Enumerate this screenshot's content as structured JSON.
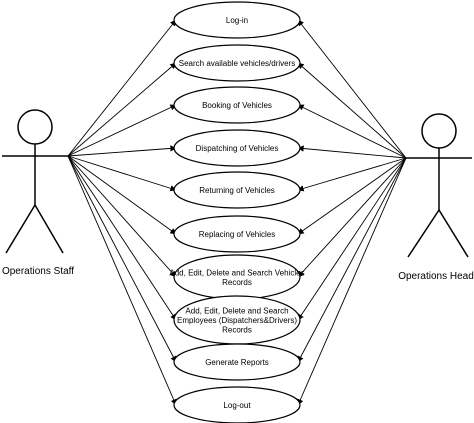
{
  "actors": {
    "left": {
      "name": "Operations Staff"
    },
    "right": {
      "name": "Operations Head"
    }
  },
  "use_cases": [
    {
      "id": "login",
      "lines": [
        "Log-in"
      ]
    },
    {
      "id": "search",
      "lines": [
        "Search available vehicles/drivers"
      ]
    },
    {
      "id": "booking",
      "lines": [
        "Booking of Vehicles"
      ]
    },
    {
      "id": "dispatching",
      "lines": [
        "Dispatching of Vehicles"
      ]
    },
    {
      "id": "returning",
      "lines": [
        "Returning of Vehicles"
      ]
    },
    {
      "id": "replacing",
      "lines": [
        "Replacing of Vehicles"
      ]
    },
    {
      "id": "vehicle-records",
      "lines": [
        "Add, Edit, Delete and Search Vehicles",
        "Records"
      ]
    },
    {
      "id": "employee-records",
      "lines": [
        "Add, Edit, Delete and Search",
        "Employees (Dispatchers&Drivers)",
        "Records"
      ]
    },
    {
      "id": "reports",
      "lines": [
        "Generate Reports"
      ]
    },
    {
      "id": "logout",
      "lines": [
        "Log-out"
      ]
    }
  ],
  "colors": {
    "stroke": "#000000",
    "background": "#ffffff",
    "ellipse_fill": "#ffffff"
  }
}
